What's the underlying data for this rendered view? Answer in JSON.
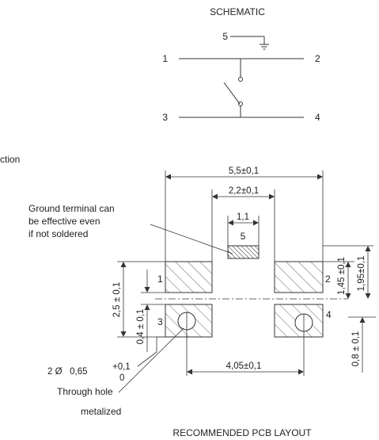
{
  "schematic": {
    "title": "SCHEMATIC",
    "pin_labels": [
      "1",
      "2",
      "3",
      "4",
      "5"
    ]
  },
  "side_text": "ction",
  "layout": {
    "title": "RECOMMENDED PCB LAYOUT",
    "dimensions": {
      "overall_width": "5,5±0,1",
      "inner_width": "2,2±0,1",
      "ground_width": "1,1",
      "pitch_x": "4,05±0,1",
      "height_total": "2,5 ± 0,1",
      "gap": "0,4 ± 0,1",
      "dim_145": "1,45 ±0,1",
      "dim_195": "1,95±0,1",
      "dim_08": "0,8 ± 0,1",
      "hole_diameter": "2 Ø   0,65",
      "hole_tol_plus": "+0,1",
      "hole_tol_minus": "0"
    },
    "pad_labels": [
      "1",
      "2",
      "3",
      "4",
      "5"
    ],
    "notes": {
      "ground_line1": "Ground terminal can",
      "ground_line2": "be effective even",
      "ground_line3": "if not soldered",
      "hole_line1": "Through hole",
      "hole_line2": "metalized"
    }
  }
}
